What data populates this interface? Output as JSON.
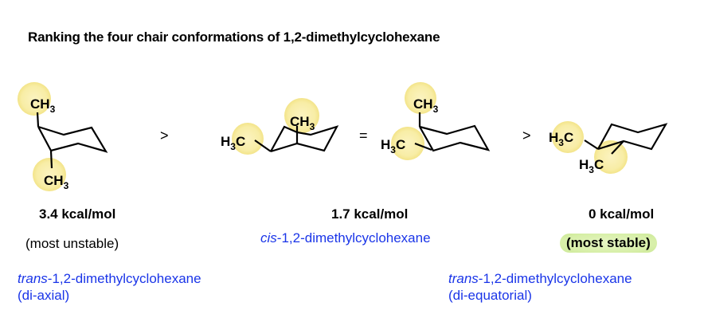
{
  "title": "Ranking the four chair conformations of 1,2-dimethylcyclohexane",
  "operators": [
    ">",
    "=",
    ">"
  ],
  "conformers": [
    {
      "label_top": "CH3",
      "label_bottom": "CH3",
      "positions": "di-axial"
    },
    {
      "label_left": "H3C",
      "label_top": "CH3",
      "positions": "axial-equatorial"
    },
    {
      "label_top": "CH3",
      "label_left": "H3C",
      "positions": "axial-equatorial"
    },
    {
      "label_left": "H3C",
      "label_bottom": "H3C",
      "positions": "di-equatorial"
    }
  ],
  "energies": {
    "first": "3.4 kcal/mol",
    "middle": "1.7 kcal/mol",
    "last": "0 kcal/mol"
  },
  "notes": {
    "most_unstable": "(most unstable)",
    "most_stable": "(most stable)"
  },
  "names": {
    "left_prefix": "trans",
    "left_rest": "-1,2-dimethylcyclohexane",
    "left_sub": "(di-axial)",
    "middle_prefix": "cis",
    "middle_rest": "-1,2-dimethylcyclohexane",
    "right_prefix": "trans",
    "right_rest": "-1,2-dimethylcyclohexane",
    "right_sub": "(di-equatorial)"
  },
  "colors": {
    "highlight": "#f7eca0",
    "name_blue": "#1a35e8",
    "stable_pill": "#d7efa8"
  }
}
